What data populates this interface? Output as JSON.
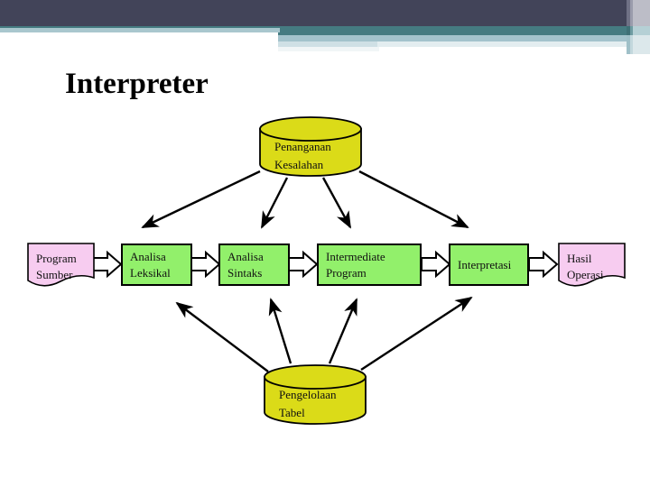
{
  "slide": {
    "title": "Interpreter",
    "background_color": "#FFFFFF"
  },
  "theme": {
    "header_dark": "#424459",
    "header_teal": "#457B81",
    "header_pale": "#A3C3CC",
    "process_fill": "#92F06B",
    "document_fill": "#F7CCF0",
    "cylinder_fill": "#DBDB18",
    "outline": "#000000"
  },
  "diagram": {
    "type": "flowchart",
    "nodes": [
      {
        "id": "program-sumber",
        "shape": "document",
        "fill": "#F7CCF0",
        "lines": [
          "Program",
          "Sumber"
        ]
      },
      {
        "id": "analisa-leksikal",
        "shape": "process",
        "fill": "#92F06B",
        "lines": [
          "Analisa",
          "Leksikal"
        ]
      },
      {
        "id": "analisa-sintaks",
        "shape": "process",
        "fill": "#92F06B",
        "lines": [
          "Analisa",
          "Sintaks"
        ]
      },
      {
        "id": "intermediate-program",
        "shape": "process",
        "fill": "#92F06B",
        "lines": [
          "Intermediate",
          "Program"
        ]
      },
      {
        "id": "interpretasi",
        "shape": "process",
        "fill": "#92F06B",
        "lines": [
          "Interpretasi"
        ]
      },
      {
        "id": "hasil-operasi",
        "shape": "document",
        "fill": "#F7CCF0",
        "lines": [
          "Hasil",
          "Operasi"
        ]
      },
      {
        "id": "penanganan-kesalahan",
        "shape": "cylinder",
        "fill": "#DBDB18",
        "lines": [
          "Penanganan",
          "Kesalahan"
        ]
      },
      {
        "id": "pengelolaan-tabel",
        "shape": "cylinder",
        "fill": "#DBDB18",
        "lines": [
          "Pengelolaan",
          "Tabel"
        ]
      }
    ],
    "flow_connectors": [
      {
        "from": "program-sumber",
        "to": "analisa-leksikal",
        "style": "block-arrow"
      },
      {
        "from": "analisa-leksikal",
        "to": "analisa-sintaks",
        "style": "block-arrow"
      },
      {
        "from": "analisa-sintaks",
        "to": "intermediate-program",
        "style": "block-arrow"
      },
      {
        "from": "intermediate-program",
        "to": "interpretasi",
        "style": "block-arrow"
      },
      {
        "from": "interpretasi",
        "to": "hasil-operasi",
        "style": "block-arrow"
      }
    ],
    "support_connectors": [
      {
        "from": "penanganan-kesalahan",
        "to": "analisa-leksikal",
        "style": "line-arrow"
      },
      {
        "from": "penanganan-kesalahan",
        "to": "analisa-sintaks",
        "style": "line-arrow"
      },
      {
        "from": "penanganan-kesalahan",
        "to": "intermediate-program",
        "style": "line-arrow"
      },
      {
        "from": "penanganan-kesalahan",
        "to": "interpretasi",
        "style": "line-arrow"
      },
      {
        "from": "pengelolaan-tabel",
        "to": "analisa-leksikal",
        "style": "line-arrow"
      },
      {
        "from": "pengelolaan-tabel",
        "to": "analisa-sintaks",
        "style": "line-arrow"
      },
      {
        "from": "pengelolaan-tabel",
        "to": "intermediate-program",
        "style": "line-arrow"
      },
      {
        "from": "pengelolaan-tabel",
        "to": "interpretasi",
        "style": "line-arrow"
      }
    ]
  }
}
